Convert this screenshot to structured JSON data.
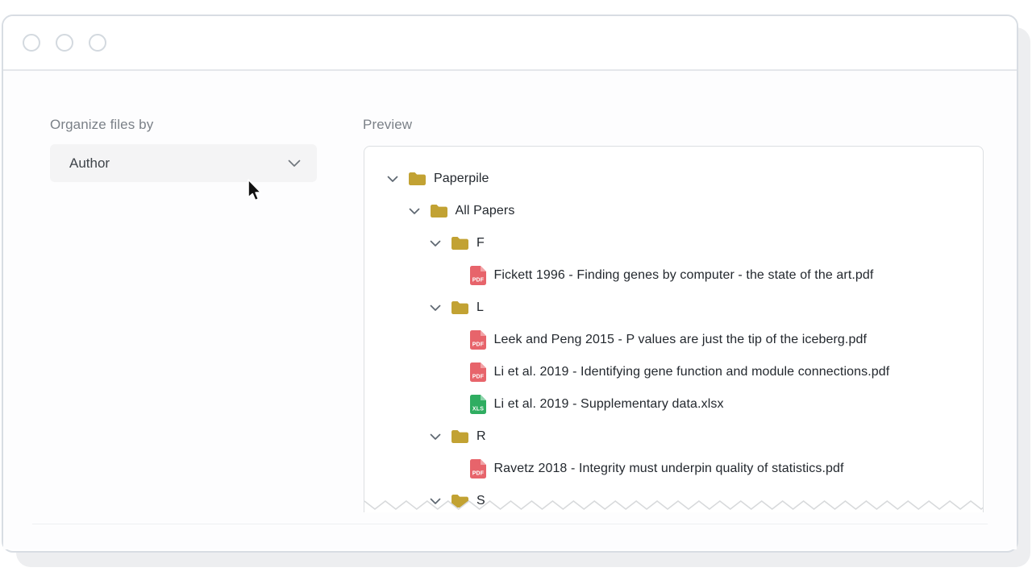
{
  "window": {
    "traffic_lights": [
      "close-circle",
      "minimize-circle",
      "zoom-circle"
    ]
  },
  "controls": {
    "organize_label": "Organize files by",
    "organize_value": "Author",
    "preview_label": "Preview"
  },
  "icons": {
    "pdf_badge": "PDF",
    "xls_badge": "XLS"
  },
  "colors": {
    "folder": "#c2a233",
    "pdf": "#e7646b",
    "pdf_fold": "#f2a2a6",
    "xls": "#2fad61",
    "xls_fold": "#8cd4aa",
    "chevron": "#5d6670"
  },
  "tree": [
    {
      "type": "folder",
      "level": 0,
      "label": "Paperpile",
      "expanded": true
    },
    {
      "type": "folder",
      "level": 1,
      "label": "All Papers",
      "expanded": true
    },
    {
      "type": "folder",
      "level": 2,
      "label": "F",
      "expanded": true
    },
    {
      "type": "file",
      "filetype": "pdf",
      "level": 3,
      "label": "Fickett 1996 - Finding genes by computer - the state of the art.pdf"
    },
    {
      "type": "folder",
      "level": 2,
      "label": "L",
      "expanded": true
    },
    {
      "type": "file",
      "filetype": "pdf",
      "level": 3,
      "label": "Leek and Peng 2015 - P values are just the tip of the iceberg.pdf"
    },
    {
      "type": "file",
      "filetype": "pdf",
      "level": 3,
      "label": "Li et al. 2019 - Identifying gene function and module connections.pdf"
    },
    {
      "type": "file",
      "filetype": "xlsx",
      "level": 3,
      "label": "Li et al. 2019 - Supplementary data.xlsx"
    },
    {
      "type": "folder",
      "level": 2,
      "label": "R",
      "expanded": true
    },
    {
      "type": "file",
      "filetype": "pdf",
      "level": 3,
      "label": "Ravetz 2018 - Integrity must underpin quality of statistics.pdf"
    },
    {
      "type": "folder",
      "level": 2,
      "label": "S",
      "expanded": true
    }
  ]
}
